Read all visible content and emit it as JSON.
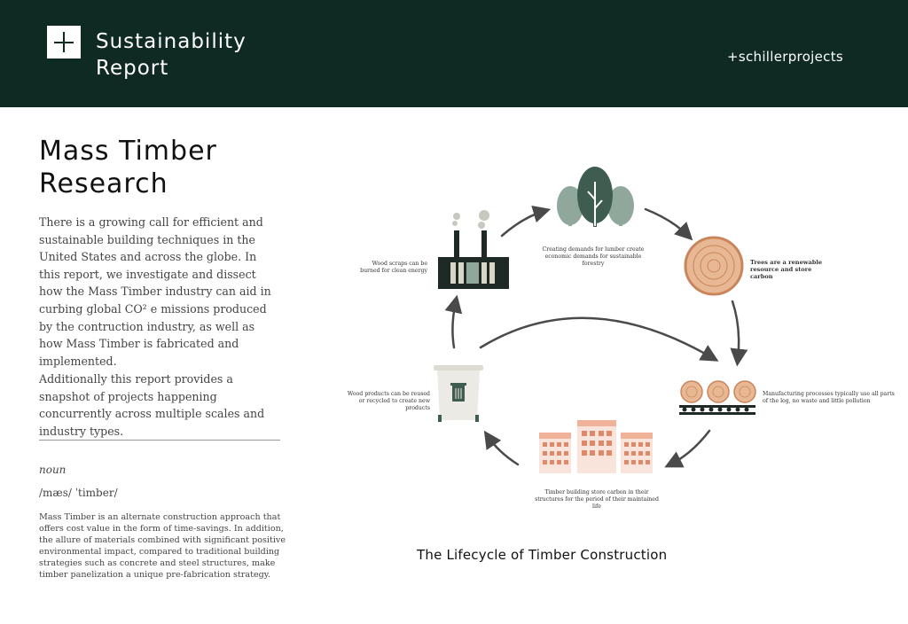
{
  "header": {
    "title": "Sustainability Report",
    "brand": "+schillerprojects"
  },
  "main": {
    "title": "Mass Timber Research",
    "paragraph1": "There is a growing call for efficient and sustainable building techniques in the United States and across the globe. In this report, we investigate and dissect how the Mass Timber industry can aid in curbing global CO² e missions produced by the contruction industry, as well as how Mass Timber is fabricated and implemented.",
    "paragraph2": "Additionally this report provides a snapshot of projects happening concurrently across multiple scales and industry types.",
    "noun": "noun",
    "pronunciation": "/mæs/ ˈtimber/",
    "definition": "Mass Timber is an alternate construction approach that offers cost value in the form of time-savings. In addition, the allure of materials combined with significant positive environmental impact, compared to traditional building strategies such as concrete and steel structures, make timber panelization a unique pre-fabrication strategy."
  },
  "diagram": {
    "caption": "The Lifecycle of Timber Construction",
    "labels": {
      "forestry": "Creating demands for lumber create economic demands for sustainable forestry",
      "trees": "Trees are a renewable resource and store carbon",
      "manufacturing": "Manufacturing processes typically use all parts of the log, no waste and little pollution",
      "buildings": "Timber building store carbon in their structures for the period of their maintained life",
      "recycle": "Wood products can be reused or recycled to create new products",
      "energy": "Wood scraps can be burned for clean energy"
    },
    "colors": {
      "header": "#0f2a22",
      "tree_dark": "#3f5c50",
      "tree_light": "#8fa89b",
      "wood": "#e8b894",
      "brick": "#f0b39a",
      "arrow": "#4a4a4a"
    }
  }
}
